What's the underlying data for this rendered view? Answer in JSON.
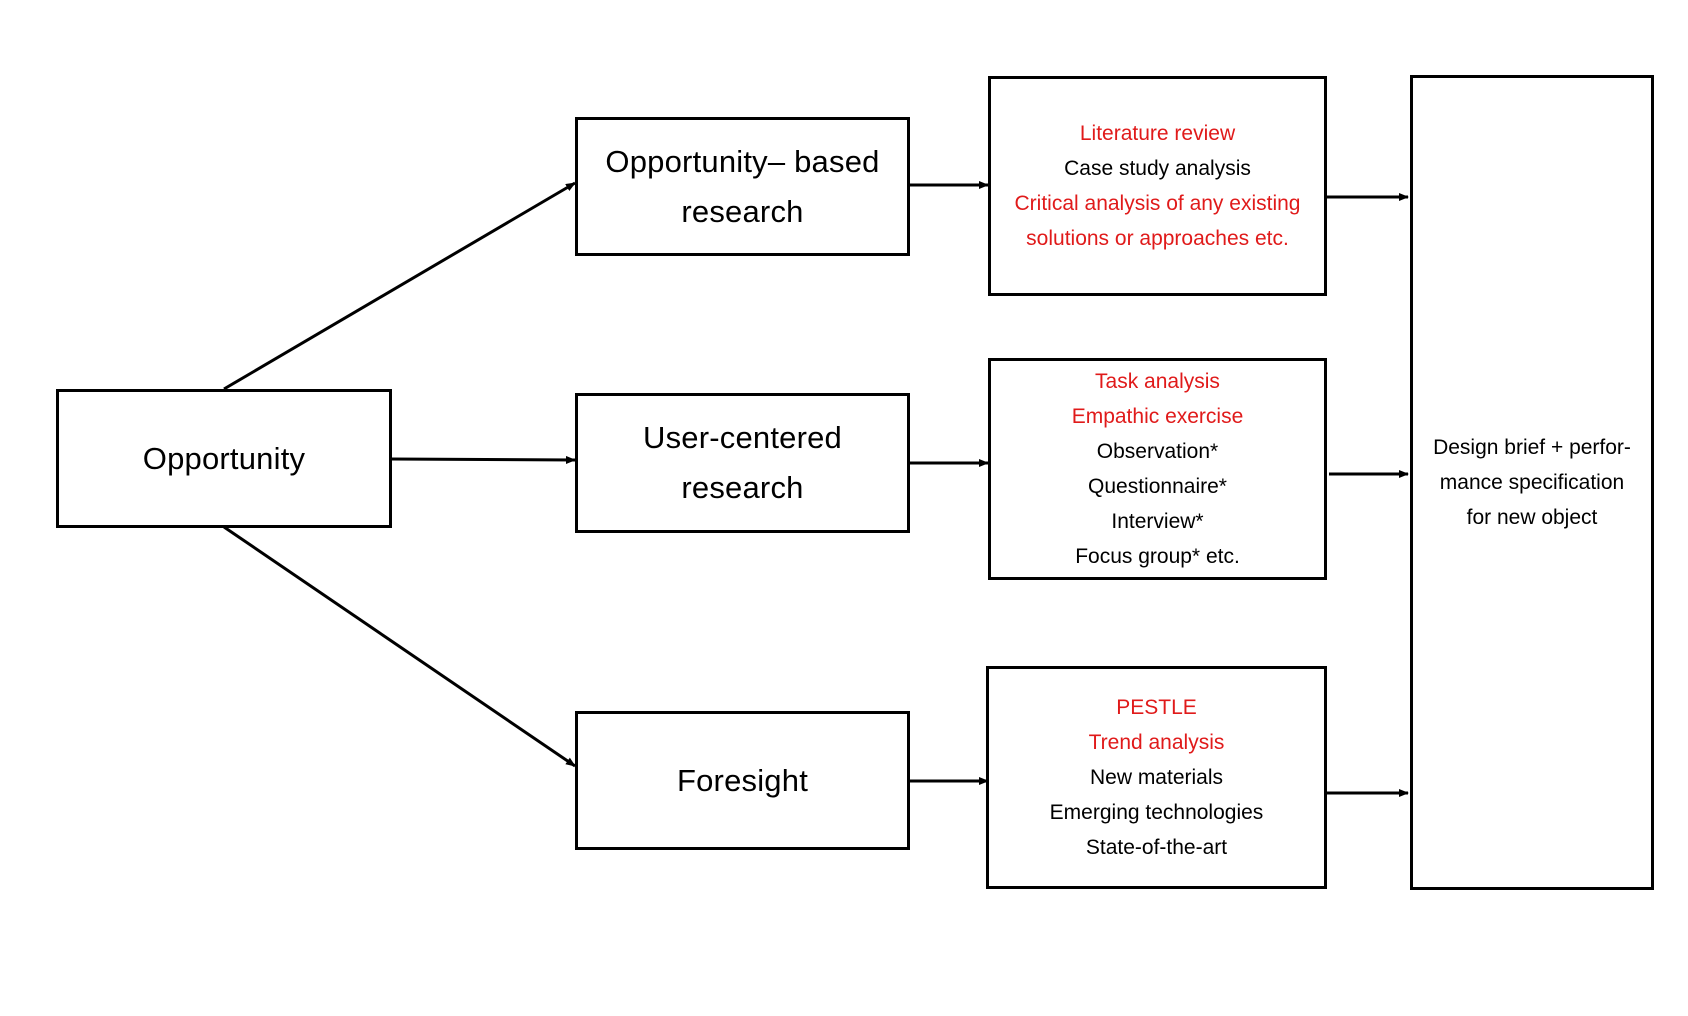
{
  "colors": {
    "highlight": "#e01a1a",
    "default": "#000000",
    "line": "#000000"
  },
  "root": {
    "label": "Opportunity"
  },
  "stages": [
    {
      "lines": [
        "Opportunity– based",
        "research"
      ]
    },
    {
      "lines": [
        "User-centered",
        "research"
      ]
    },
    {
      "lines": [
        "Foresight"
      ]
    }
  ],
  "methods": [
    {
      "items": [
        {
          "text": "Literature review",
          "highlight": true
        },
        {
          "text": "Case study analysis",
          "highlight": false
        },
        {
          "text": "Critical analysis of any existing",
          "highlight": true
        },
        {
          "text": "solutions or approaches etc.",
          "highlight": true
        }
      ]
    },
    {
      "items": [
        {
          "text": "Task analysis",
          "highlight": true
        },
        {
          "text": "Empathic exercise",
          "highlight": true
        },
        {
          "text": "Observation*",
          "highlight": false
        },
        {
          "text": "Questionnaire*",
          "highlight": false
        },
        {
          "text": "Interview*",
          "highlight": false
        },
        {
          "text": "Focus group* etc.",
          "highlight": false
        }
      ]
    },
    {
      "items": [
        {
          "text": "PESTLE",
          "highlight": true
        },
        {
          "text": "Trend analysis",
          "highlight": true
        },
        {
          "text": "New materials",
          "highlight": false
        },
        {
          "text": "Emerging technologies",
          "highlight": false
        },
        {
          "text": "State-of-the-art",
          "highlight": false
        }
      ]
    }
  ],
  "output": {
    "lines": [
      "Design brief + perfor-",
      "mance specification",
      "for new object"
    ]
  }
}
